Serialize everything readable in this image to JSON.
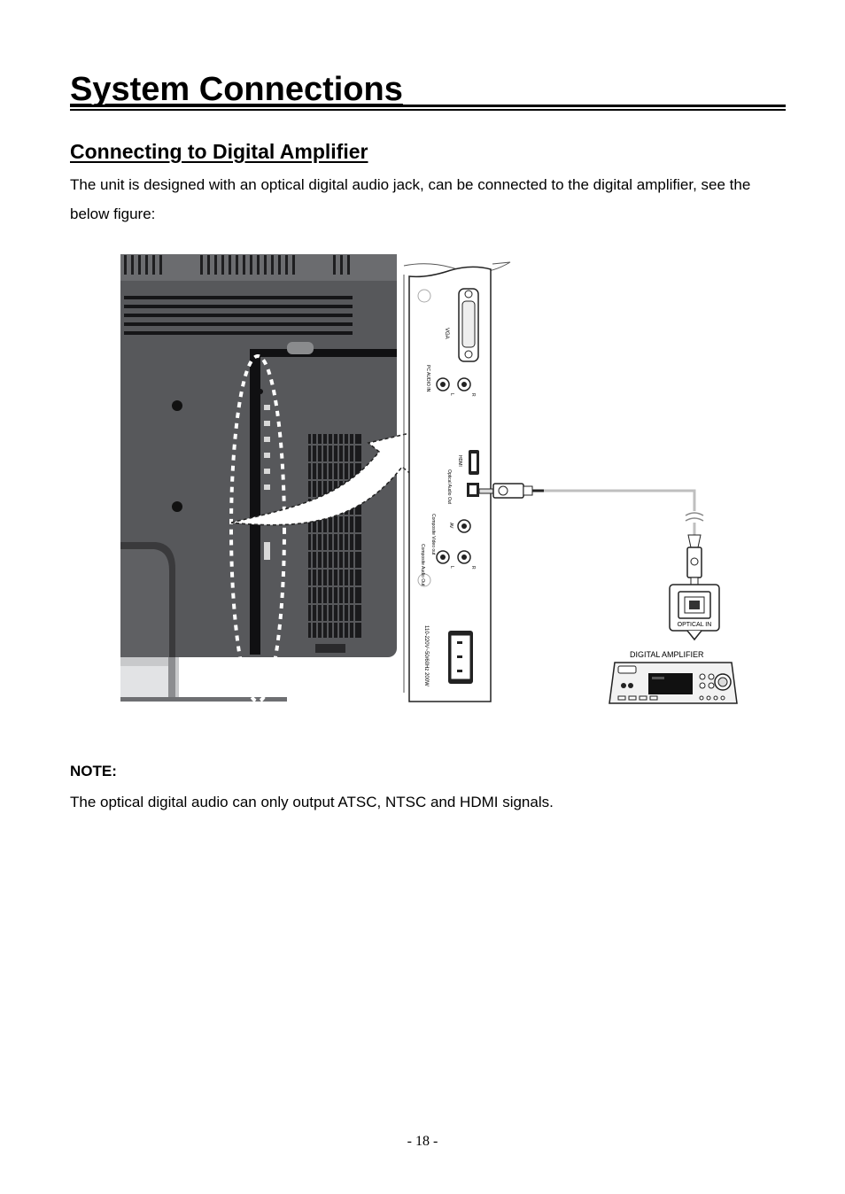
{
  "page": {
    "title": "System Connections",
    "section_heading": "Connecting to Digital Amplifier",
    "intro": "The unit is designed with an optical digital audio jack, can be connected to the digital amplifier, see the below figure:",
    "note_label": "NOTE:",
    "note_text": "The optical digital audio can only output ATSC, NTSC and HDMI signals.",
    "page_number": "- 18 -"
  },
  "figure": {
    "panel_labels": {
      "vga": "VGA",
      "pc_audio_in": "PC AUDIO IN",
      "hdmi": "HDMI",
      "optical_audio_out": "Optical Audio Out",
      "composite_video_out": "Composite Video out",
      "composite_audio_out": "Composite Audio Out",
      "av": "AV",
      "left": "L",
      "right": "R",
      "power": "110-220V~50/60Hz 200W"
    },
    "optical_in_label": "OPTICAL IN",
    "amplifier_label": "DIGITAL AMPLIFIER"
  }
}
